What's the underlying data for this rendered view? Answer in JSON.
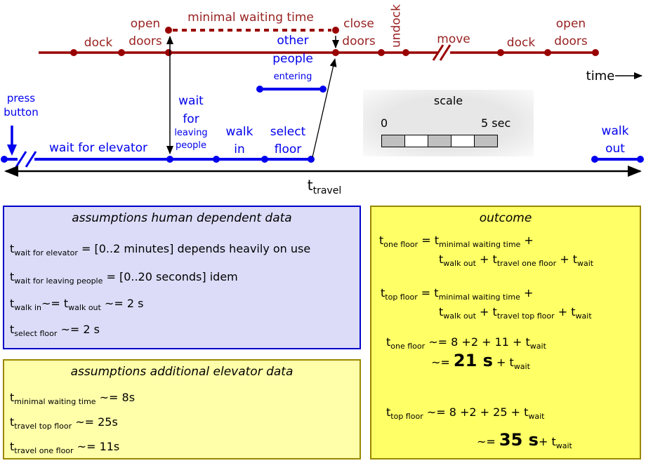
{
  "colors": {
    "red-line": "#990000",
    "red-text": "#992222",
    "blue": "#0000ee",
    "purple-bg": "#dcdcf8",
    "purple-border": "#0000cc",
    "paleyellow-bg": "#ffffaa",
    "yellow-bg": "#ffff66",
    "olive-border": "#998800",
    "scale-gray": "#c0c0c0"
  },
  "diagram": {
    "red_labels": {
      "dock1": "dock",
      "open_doors1": "open\ndoors",
      "minimal_waiting_time": "minimal waiting time",
      "close_doors": "close\ndoors",
      "undock": "undock",
      "move": "move",
      "dock2": "dock",
      "open_doors2": "open\ndoors"
    },
    "blue_labels": {
      "press_button": "press\nbutton",
      "wait_for_elevator": "wait for elevator",
      "wait_for": "wait\nfor",
      "leaving_people": "leaving\npeople",
      "walk_in": "walk\nin",
      "select_floor": "select\nfloor",
      "other_people": "other\npeople",
      "entering": "entering",
      "walk_out": "walk\nout"
    },
    "time_label": "time",
    "t_travel": [
      {
        "t": "t"
      },
      {
        "sub": "travel"
      }
    ],
    "scale": {
      "title": "scale",
      "start": "0",
      "end": "5 sec"
    }
  },
  "boxes": {
    "human": {
      "title": "assumptions human dependent data",
      "rows": [
        [
          {
            "t": "t"
          },
          {
            "sub": "wait for elevator"
          },
          {
            "t": " = [0..2 minutes] depends heavily on use"
          }
        ],
        [
          {
            "t": "t"
          },
          {
            "sub": "wait for leaving people"
          },
          {
            "t": " = [0..20 seconds] idem"
          }
        ],
        [
          {
            "t": "t"
          },
          {
            "sub": "walk in"
          },
          {
            "t": "~= t"
          },
          {
            "sub": "walk out"
          },
          {
            "t": " ~= 2 s"
          }
        ],
        [
          {
            "t": "t"
          },
          {
            "sub": "select floor"
          },
          {
            "t": " ~= 2 s"
          }
        ]
      ]
    },
    "elevator": {
      "title": "assumptions additional elevator data",
      "rows": [
        [
          {
            "t": "t"
          },
          {
            "sub": "minimal waiting time"
          },
          {
            "t": " ~= 8s"
          }
        ],
        [
          {
            "t": "t"
          },
          {
            "sub": "travel top floor"
          },
          {
            "t": " ~= 25s"
          }
        ],
        [
          {
            "t": "t"
          },
          {
            "sub": "travel one floor"
          },
          {
            "t": " ~= 11s"
          }
        ]
      ]
    },
    "outcome": {
      "title": "outcome",
      "rows": [
        [
          {
            "t": "t"
          },
          {
            "sub": "one floor"
          },
          {
            "t": " = t"
          },
          {
            "sub": "minimal waiting time"
          },
          {
            "t": " +"
          }
        ],
        [
          {
            "t": "t"
          },
          {
            "sub": "walk out"
          },
          {
            "t": " + t"
          },
          {
            "sub": "travel one floor"
          },
          {
            "t": " + t"
          },
          {
            "sub": "wait"
          }
        ],
        [
          {
            "t": "t"
          },
          {
            "sub": "top floor"
          },
          {
            "t": " = t"
          },
          {
            "sub": "minimal waiting time"
          },
          {
            "t": " +"
          }
        ],
        [
          {
            "t": "t"
          },
          {
            "sub": "walk out"
          },
          {
            "t": " + t"
          },
          {
            "sub": "travel top floor"
          },
          {
            "t": " + t"
          },
          {
            "sub": "wait"
          }
        ],
        [
          {
            "t": "t"
          },
          {
            "sub": "one floor"
          },
          {
            "t": " ~= 8 +2 + 11 + t"
          },
          {
            "sub": "wait"
          }
        ],
        [
          {
            "t": "~= "
          },
          {
            "big": "21 s"
          },
          {
            "t": " + t"
          },
          {
            "sub": "wait"
          }
        ],
        [
          {
            "t": "t"
          },
          {
            "sub": "top floor"
          },
          {
            "t": " ~= 8 +2 + 25 + t"
          },
          {
            "sub": "wait"
          }
        ],
        [
          {
            "t": "~= "
          },
          {
            "big": "35 s"
          },
          {
            "t": "+ t"
          },
          {
            "sub": "wait"
          }
        ]
      ]
    }
  }
}
